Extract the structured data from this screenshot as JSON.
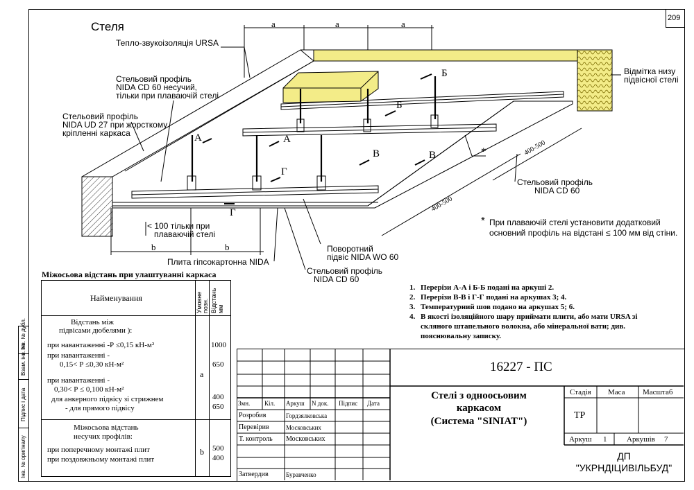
{
  "sheet_number": "209",
  "drawing": {
    "title": "Стеля",
    "dims_top": [
      "a",
      "a",
      "a"
    ],
    "dims_bottom": [
      "b",
      "b"
    ],
    "dim_side_1": "400-500",
    "dim_side_2": "400-500",
    "section_marks": [
      "А",
      "А",
      "Б",
      "Б",
      "В",
      "В",
      "Г",
      "Г"
    ],
    "asterisk": "*",
    "labels": {
      "insulation": "Тепло-звукоізоляція URSA",
      "cd60_floating_1": "Стельовий профіль",
      "cd60_floating_2": "NIDA CD 60 несучий,",
      "cd60_floating_3": "тільки при плаваючій стелі",
      "ud27_1": "Стельовий профіль",
      "ud27_2": "NIDA UD 27 при жорсткому",
      "ud27_3": "кріпленні каркаса",
      "mark_1": "Відмітка низу",
      "mark_2": "підвісної стелі",
      "cd60_right_1": "Стельовий профіль",
      "cd60_right_2": "NIDA CD 60",
      "floating_note_1": "< 100 тільки при",
      "floating_note_2": "плаваючій стелі",
      "plate": "Плита гіпсокартонна NIDA",
      "hanger_1": "Поворотний",
      "hanger_2": "підвіс NIDA WO 60",
      "cd60_bottom_1": "Стельовий профіль",
      "cd60_bottom_2": "NIDA CD 60",
      "asterisk_note_1": "При плаваючій стелі установити додатковий",
      "asterisk_note_2": "основний профіль на відстані   ≤ 100 мм від стіни."
    }
  },
  "spacing_table": {
    "title": "Міжосьова відстань при улаштуванні каркаса",
    "headers": {
      "name": "Найменування",
      "symbol_1": "Умовне",
      "symbol_2": "позн.",
      "distance_1": "Відстань",
      "distance_2": "мм"
    },
    "section_a": {
      "heading_1": "Відстань між",
      "heading_2": "підвісами  дюбелями ):",
      "row1": "при навантаженні -Р ≤0,15 кН-м²",
      "row2a": "при навантаженні -",
      "row2b": "0,15< Р ≤0,30 кН-м²",
      "row3a": "при навантаженні -",
      "row3b": "0,30< Р ≤ 0,100 кН-м²",
      "row4": "для анкерного підвісу зі стрижнем",
      "row5": "- для прямого підвісу",
      "symbol": "a",
      "values": [
        "1000",
        "650",
        "400",
        "650"
      ]
    },
    "section_b": {
      "heading_1": "Міжосьова відстань",
      "heading_2": "несучих профілів:",
      "row1": "при поперечному монтажі плит",
      "row2": "при поздовжньому монтажі плит",
      "symbol": "b",
      "values": [
        "500",
        "400"
      ]
    }
  },
  "notes": [
    "Перерізи А-А і Б-Б подані на аркуші 2.",
    "Перерізи В-В і Г-Г подані на аркушах 3; 4.",
    "Температурний шов подано на аркушах 5; 6.",
    "В якості ізоляційного шару приймати плити, або мати URSA зі",
    "скляного штапельного волокна, або мінеральної вати; див.",
    "пояснювальну записку."
  ],
  "side_stamp": [
    "Інв. № оригіналу",
    "Підпис і дата",
    "Взам. інв. №",
    "Інв. № дубл."
  ],
  "title_block": {
    "doc_code": "16227 - ПС",
    "title_1": "Стелі з одноосьовим",
    "title_2": "каркасом",
    "title_3": "(Система \"SINIAT\")",
    "col_headers": [
      "Змн.",
      "Кіл.",
      "Аркуш",
      "N док.",
      "Підпис",
      "Дата"
    ],
    "roles": [
      {
        "role": "Розробив",
        "name": "Гордзялковська"
      },
      {
        "role": "Перевірив",
        "name": "Московських"
      },
      {
        "role": "Т. контроль",
        "name": "Московських"
      },
      {
        "role": "Затвердив",
        "name": "Буравченко"
      }
    ],
    "stage_label": "Стадія",
    "mass_label": "Маса",
    "scale_label": "Масштаб",
    "stage_value": "ТР",
    "sheet_label": "Аркуш",
    "sheet_value": "1",
    "sheets_label": "Аркушів",
    "sheets_value": "7",
    "org_1": "ДП",
    "org_2": "\"УКРНДІЦИВІЛЬБУД\""
  }
}
